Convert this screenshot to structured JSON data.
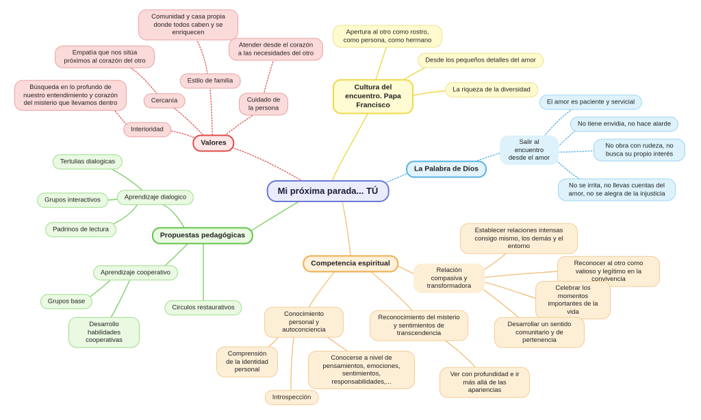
{
  "colors": {
    "red": "#e04b4b",
    "yellow": "#ecd94a",
    "blue": "#56b3e3",
    "green": "#62c34a",
    "orange": "#f0ad4e",
    "center": "#6b78d6"
  },
  "center": {
    "label": "Mi próxima parada... TÚ"
  },
  "valores": {
    "label": "Valores",
    "cercania": "Cercanía",
    "empatia": "Empatía que nos sitúa próximos al corazón del otro",
    "interioridad": "Interioridad",
    "busqueda": "Búsqueda en lo profundo de nuestro entendimiento y corazón del misterio que llevamos dentro",
    "estilo": "Estilo de familia",
    "comunidad": "Comunidad y casa propia donde todos caben y se enriquecen",
    "cuidado": "Cuidado de la persona",
    "atender": "Atender desde el corazón a las necesidades del otro"
  },
  "cultura": {
    "label": "Cultura del encuentro. Papa Francisco",
    "apertura": "Apertura al otro como rostro, como persona, como hermano",
    "detalles": "Desde los pequeños detalles del amor",
    "riqueza": "La riqueza de la diversidad"
  },
  "palabra": {
    "label": "La Palabra de Dios",
    "salir": "Salir al encuentro desde el amor",
    "paciente": "El amor es paciente y servicial",
    "envidia": "No tiene envidia, no hace alarde",
    "rudeza": "No obra con rudeza, no busca su propio interés",
    "irrita": "No se irrita, no llevas cuentas del amor, no se alegra de la injusticia"
  },
  "propuestas": {
    "label": "Propuestas pedagógicas",
    "dialogico": "Aprendizaje dialogico",
    "tertulias": "Tertulias dialogicas",
    "grupos_interactivos": "Grupos interactivos",
    "padrinos": "Padrinos de lectura",
    "cooperativo": "Aprendizaje cooperativo",
    "grupos_base": "Grupos base",
    "habilidades": "Desarrollo habilidades cooperativas",
    "circulos": "Circulos restaurativos"
  },
  "competencia": {
    "label": "Competencia espiritual",
    "relacion": "Relación compasiva y transformadora",
    "establecer": "Establecer relaciones intensas consigo mismo, los demás y el entorno",
    "reconocer": "Reconocer al otro como valioso y legítimo en la convivencia",
    "celebrar": "Celebrar los momentos importantes de la vida",
    "desarrollar": "Desarrollar un sentido comunitario y de pertenencia",
    "conocimiento": "Conocimiento personal y autoconciencia",
    "comprension": "Comprensión de la identidad personal",
    "conocerse": "Conocerse a nivel de pensamientos, emociones, sentimientos, responsabilidades,...",
    "introspeccion": "Introspección",
    "misterio": "Reconocimiento del misterio y sentimientos de transcendencia",
    "ver": "Ver con profundidad e ir más allá de las apariencias"
  }
}
